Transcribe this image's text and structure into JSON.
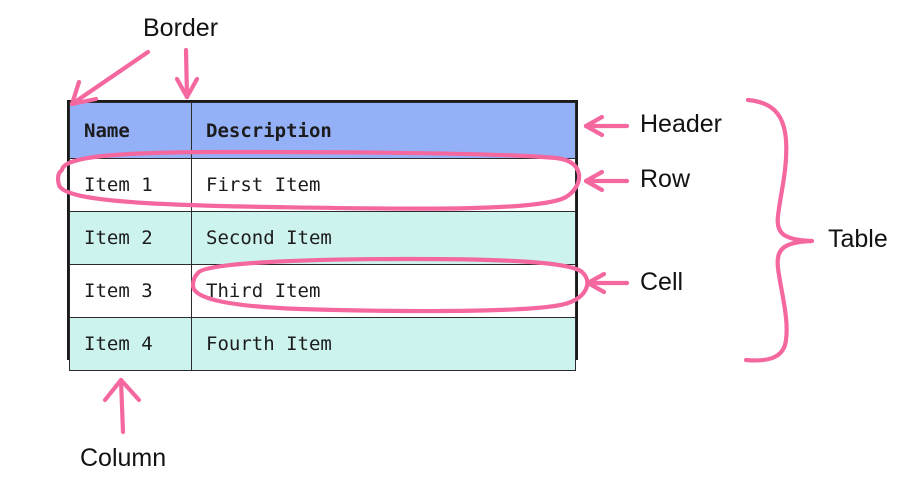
{
  "diagram": {
    "title_concept": "HTML table anatomy",
    "colors": {
      "header_bg": "#94b1f7",
      "row_alt_bg": "#cdf3ee",
      "row_bg": "#ffffff",
      "border": "#2b2b2b",
      "annotation_pink": "#f4679f",
      "label_text": "#121212",
      "page_bg": "#ffffff"
    }
  },
  "table": {
    "columns": [
      {
        "key": "name",
        "header": "Name"
      },
      {
        "key": "description",
        "header": "Description"
      }
    ],
    "rows": [
      {
        "name": "Item 1",
        "description": "First Item"
      },
      {
        "name": "Item 2",
        "description": "Second Item"
      },
      {
        "name": "Item 3",
        "description": "Third Item"
      },
      {
        "name": "Item 4",
        "description": "Fourth Item"
      }
    ]
  },
  "annotations": {
    "border": {
      "label": "Border",
      "marker": "two-arrows",
      "targets": [
        "table-top-left-corner",
        "column-divider"
      ]
    },
    "header": {
      "label": "Header",
      "marker": "left-arrow",
      "target": "header-row"
    },
    "row": {
      "label": "Row",
      "marker": "left-arrow-with-ellipse",
      "target": "row-1"
    },
    "cell": {
      "label": "Cell",
      "marker": "left-arrow-with-ellipse",
      "target": "row-3-description-cell"
    },
    "table": {
      "label": "Table",
      "marker": "curly-brace",
      "target": "whole-table"
    },
    "column": {
      "label": "Column",
      "marker": "up-arrow",
      "target": "name-column"
    }
  }
}
